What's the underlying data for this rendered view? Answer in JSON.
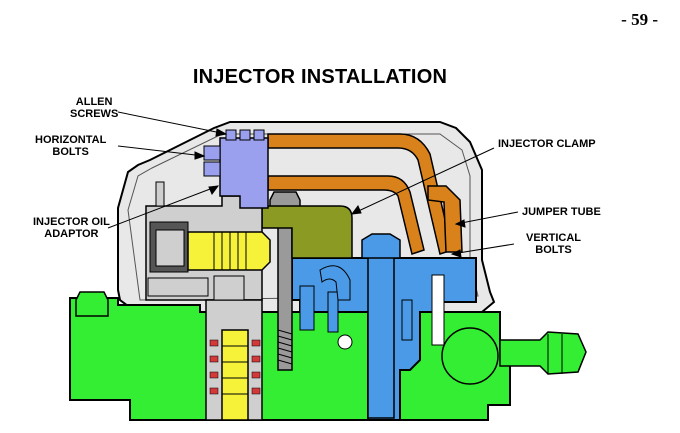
{
  "page": {
    "number": "- 59 -",
    "title": "INJECTOR INSTALLATION"
  },
  "labels": {
    "allen_screws": [
      "ALLEN",
      "SCREWS"
    ],
    "horizontal_bolts": [
      "HORIZONTAL",
      "BOLTS"
    ],
    "injector_oil_adaptor": [
      "INJECTOR OIL",
      "ADAPTOR"
    ],
    "injector_clamp": [
      "INJECTOR CLAMP"
    ],
    "jumper_tube": [
      "JUMPER TUBE"
    ],
    "vertical_bolts": [
      "VERTICAL",
      "BOLTS"
    ]
  },
  "colors": {
    "head": "#33ee33",
    "cover": "#e8e8e8",
    "clamp": "#d9821c",
    "adaptor": "#9aa0ee",
    "injector_body": "#4a9ae8",
    "tube": "#8a9a22",
    "injector_tip": "#f6f23a"
  }
}
